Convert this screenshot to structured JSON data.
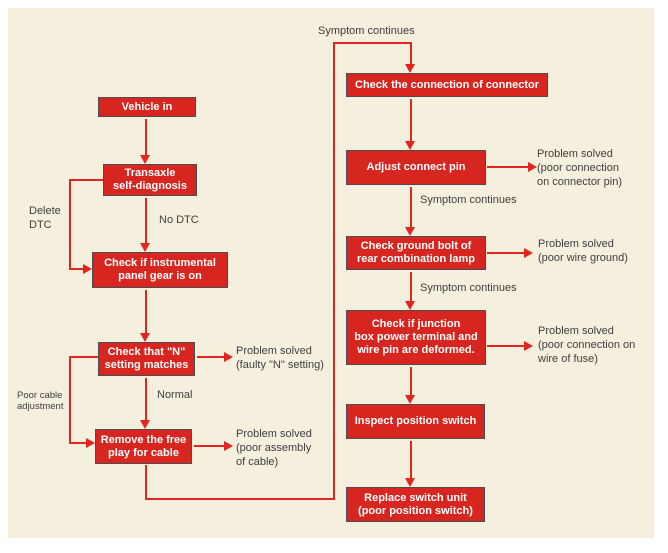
{
  "colors": {
    "background": "#f5f0de",
    "page_margin": "#ffffff",
    "box_fill": "#d7261f",
    "box_border": "#4c4c4e",
    "box_text": "#ffffff",
    "arrow_line": "#e3241f",
    "label_text": "#3d3d3f"
  },
  "nodes": {
    "vehicle_in": {
      "lines": [
        "Vehicle in"
      ]
    },
    "transaxle": {
      "lines": [
        "Transaxle",
        "self-diagnosis"
      ]
    },
    "instrument_panel": {
      "lines": [
        "Check if instrumental",
        "panel gear is on"
      ]
    },
    "check_n": {
      "lines": [
        "Check that \"N\"",
        "setting matches"
      ]
    },
    "remove_free_play": {
      "lines": [
        "Remove the free",
        "play for cable"
      ]
    },
    "check_connector": {
      "lines": [
        "Check the connection of connector"
      ]
    },
    "adjust_pin": {
      "lines": [
        "Adjust connect pin"
      ]
    },
    "ground_bolt": {
      "lines": [
        "Check ground bolt of",
        "rear combination lamp"
      ]
    },
    "junction_box": {
      "lines": [
        "Check if junction",
        "box power terminal and",
        "wire pin are deformed."
      ]
    },
    "inspect_switch": {
      "lines": [
        "Inspect position switch"
      ]
    },
    "replace_switch": {
      "lines": [
        "Replace switch unit",
        "(poor position switch)"
      ]
    }
  },
  "labels": {
    "symptom_top": {
      "lines": [
        "Symptom continues"
      ]
    },
    "delete_dtc": {
      "lines": [
        "Delete",
        "DTC"
      ]
    },
    "no_dtc": {
      "lines": [
        "No DTC"
      ]
    },
    "faulty_n": {
      "lines": [
        "Problem solved",
        "(faulty \"N\" setting)"
      ]
    },
    "poor_cable": {
      "lines": [
        "Poor cable",
        "adjustment"
      ]
    },
    "normal": {
      "lines": [
        "Normal"
      ]
    },
    "poor_assembly": {
      "lines": [
        "Problem solved",
        "(poor assembly",
        "of cable)"
      ]
    },
    "symptom_1": {
      "lines": [
        "Symptom continues"
      ]
    },
    "connector_pin": {
      "lines": [
        "Problem solved",
        "(poor connection",
        "on connector pin)"
      ]
    },
    "symptom_2": {
      "lines": [
        "Symptom continues"
      ]
    },
    "wire_ground": {
      "lines": [
        "Problem solved",
        "(poor wire ground)"
      ]
    },
    "fuse": {
      "lines": [
        "Problem solved",
        "(poor connection on",
        "wire of fuse)"
      ]
    }
  }
}
